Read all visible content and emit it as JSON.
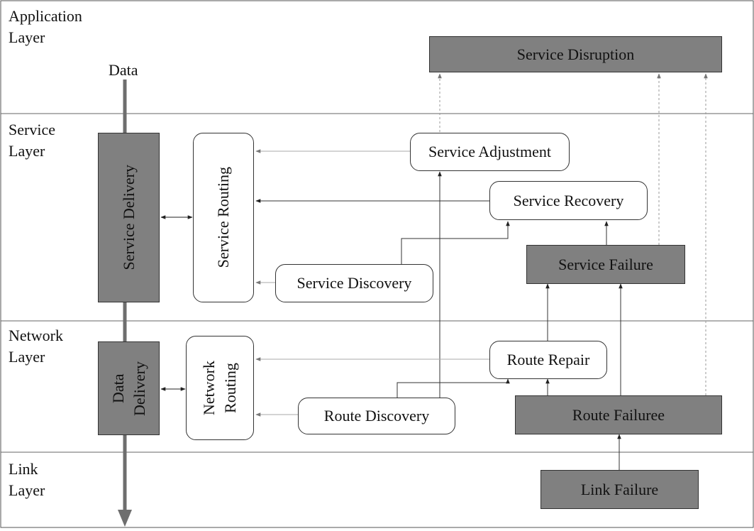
{
  "layers": {
    "application": "Application\nLayer",
    "service": "Service\nLayer",
    "network": "Network\nLayer",
    "link": "Link\nLayer"
  },
  "data_label": "Data",
  "nodes": {
    "service_disruption": "Service Disruption",
    "service_delivery": "Service Delivery",
    "service_routing": "Service Routing",
    "service_adjustment": "Service Adjustment",
    "service_recovery": "Service Recovery",
    "service_discovery": "Service Discovery",
    "service_failure": "Service Failure",
    "data_delivery_l1": "Data",
    "data_delivery_l2": "Delivery",
    "network_routing_l1": "Network",
    "network_routing_l2": "Routing",
    "route_repair": "Route Repair",
    "route_discovery": "Route Discovery",
    "route_failure": "Route Failuree",
    "link_failure": "Link Failure"
  },
  "colors": {
    "dark_box": "#808080",
    "data_arrow": "#6e6e6e",
    "dotted_arrow": "#999999",
    "arrow": "#333333"
  }
}
